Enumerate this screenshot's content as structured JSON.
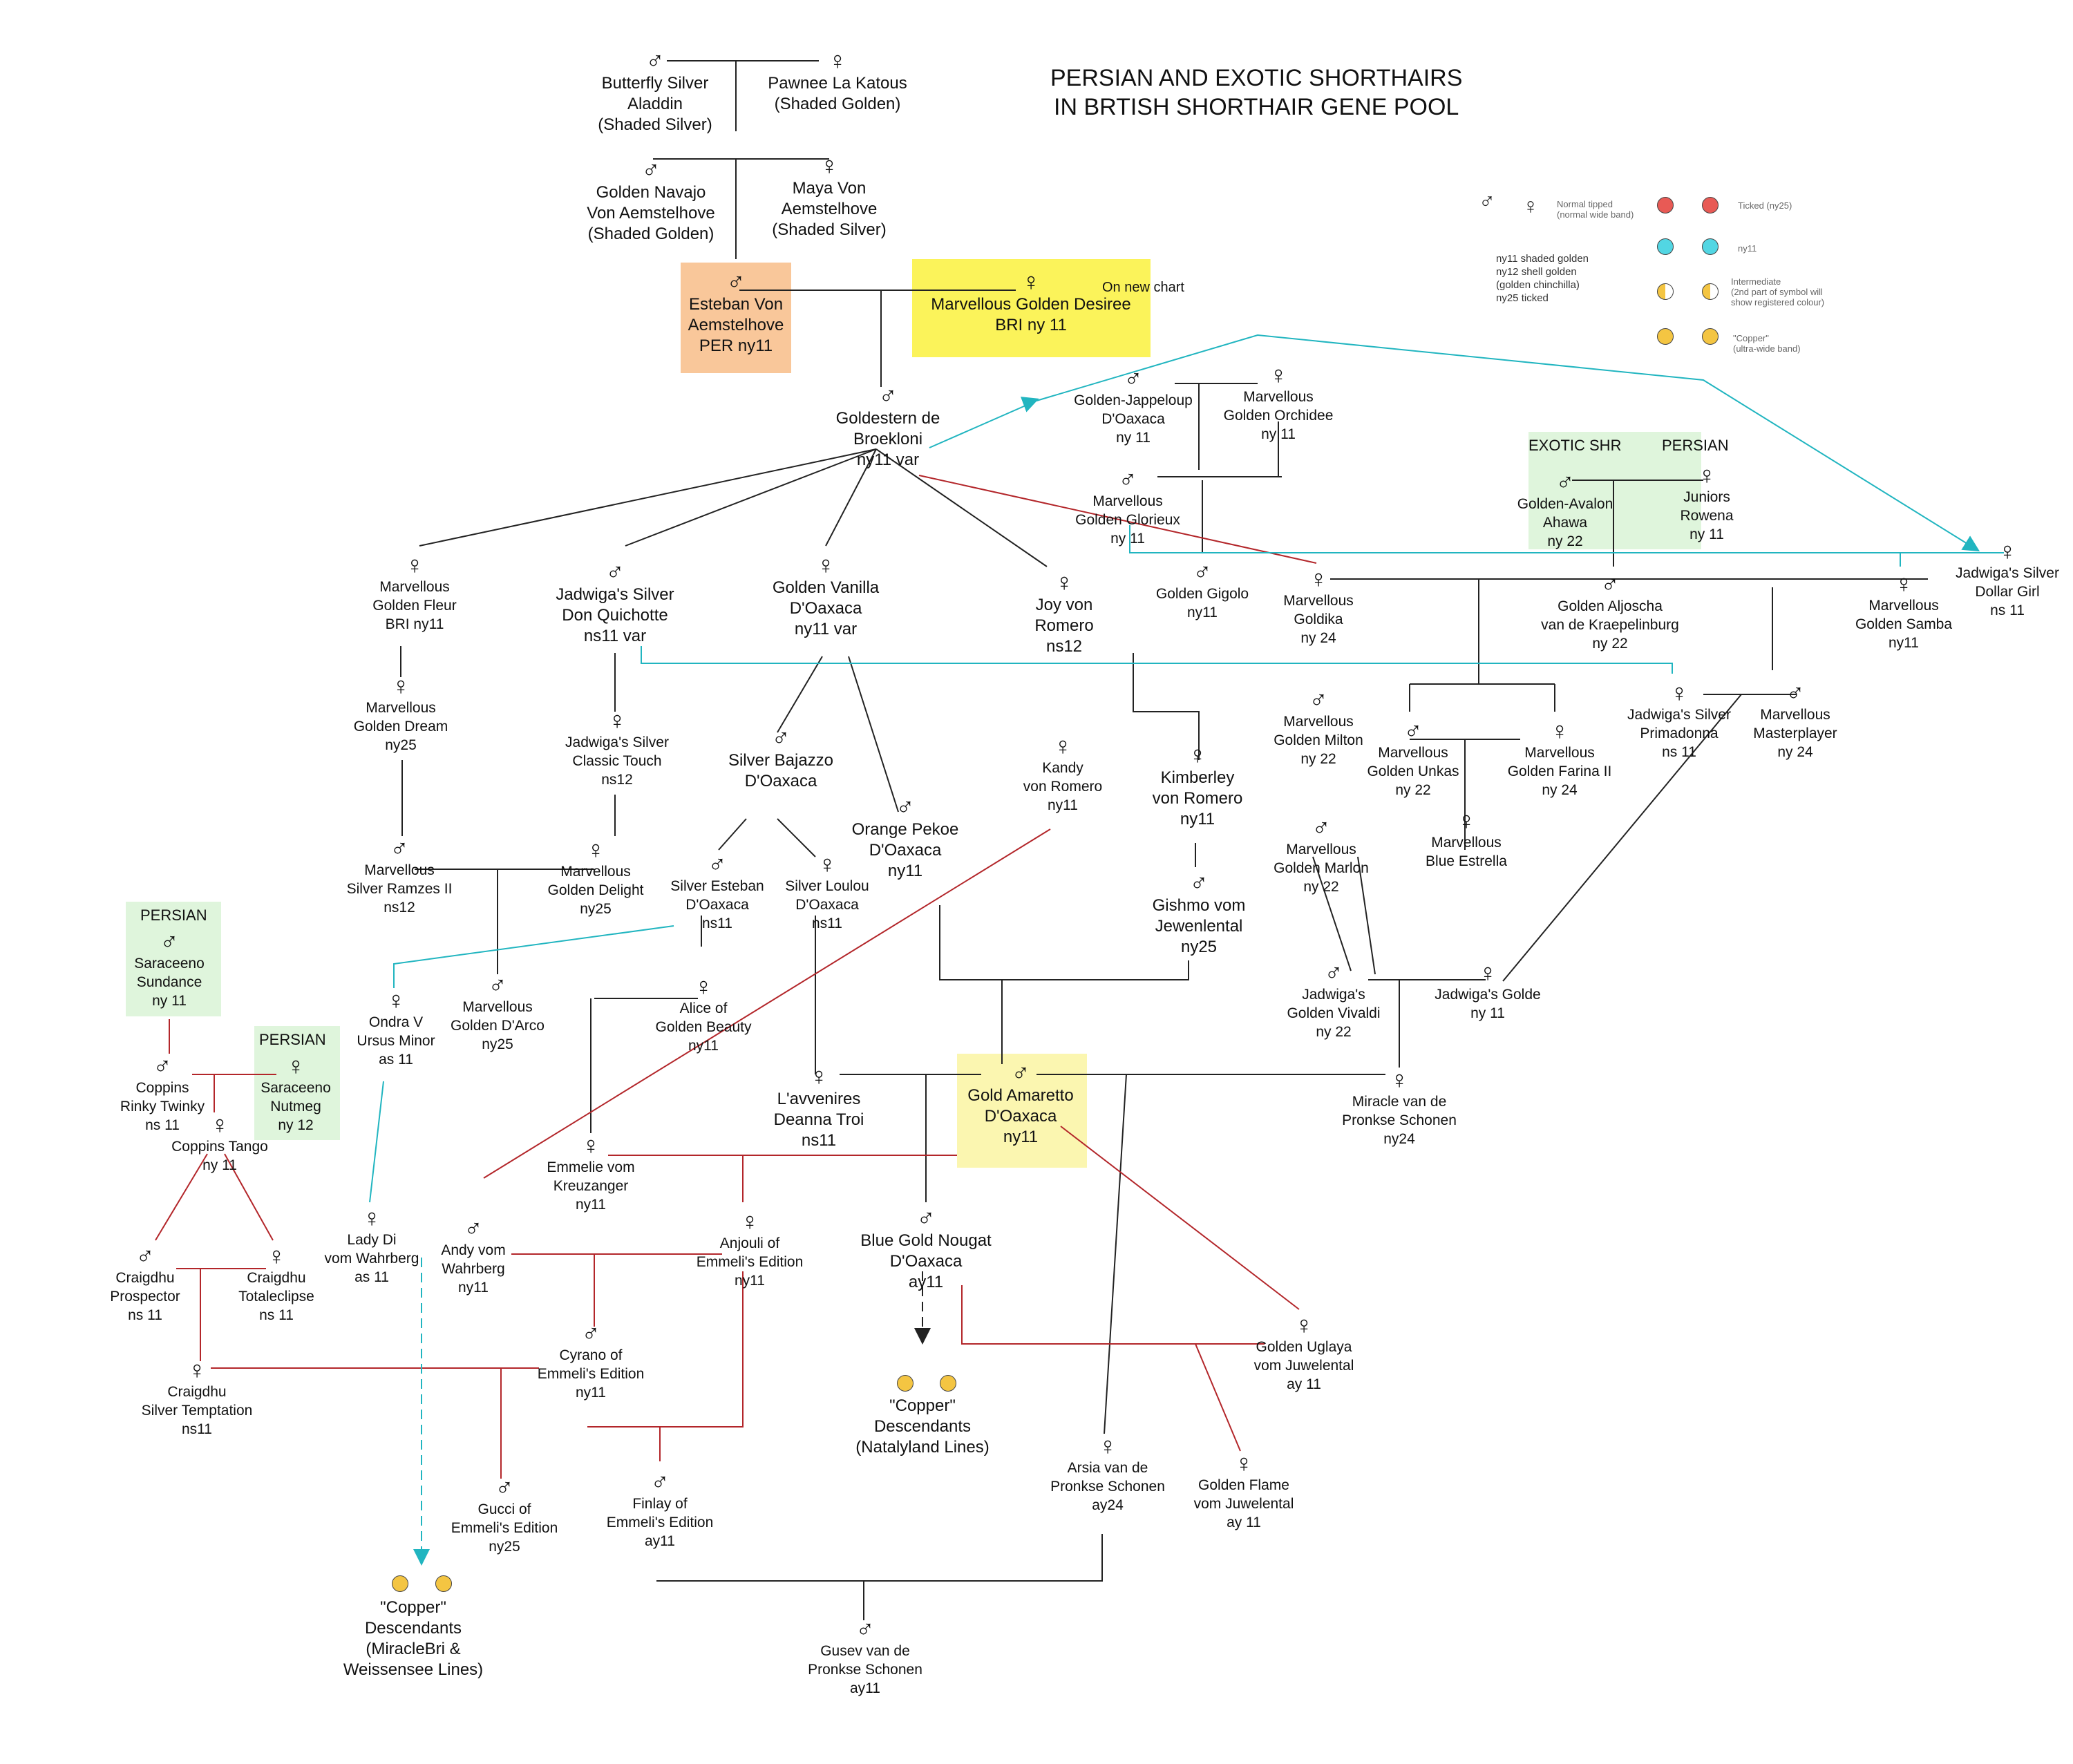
{
  "title": [
    "PERSIAN AND EXOTIC SHORTHAIRS",
    "IN BRTISH SHORTHAIR GENE POOL"
  ],
  "note_new_chart": "On new chart",
  "colors": {
    "black": "#222222",
    "red": "#b3262a",
    "teal": "#21b5c0",
    "orange_box": "#f9c79a",
    "yellow_box": "#fbf35a",
    "pale_yellow_box": "#fbf6b0",
    "green_box": "#dff5dc"
  },
  "symbols": {
    "male": "♂",
    "female": "♀"
  },
  "box_labels": {
    "persian_1": "PERSIAN",
    "persian_2": "PERSIAN",
    "persian_3": "PERSIAN",
    "exotic_shr": "EXOTIC SHR"
  },
  "legend": {
    "normal": "Normal tipped\n(normal wide band)",
    "ticked": "Ticked (ny25)",
    "ny11": "ny11",
    "intermediate": "Intermediate\n(2nd part of symbol will\nshow registered colour)",
    "copper": "\"Copper\"\n(ultra-wide band)",
    "codes": "ny11 shaded golden\nny12 shell golden\n      (golden chinchilla)\nny25 ticked"
  },
  "nodes": {
    "butterfly": {
      "sex": "male",
      "label": "Butterfly Silver\nAladdin\n(Shaded Silver)"
    },
    "pawnee": {
      "sex": "female",
      "label": "Pawnee La Katous\n(Shaded Golden)"
    },
    "navajo": {
      "sex": "male",
      "label": "Golden Navajo\nVon Aemstelhove\n(Shaded Golden)"
    },
    "maya": {
      "sex": "female",
      "label": "Maya Von\nAemstelhove\n(Shaded Silver)"
    },
    "esteban": {
      "sex": "male",
      "label": "Esteban Von\nAemstelhove\nPER       ny11"
    },
    "desiree": {
      "sex": "female",
      "label": "Marvellous Golden Desiree\nBRI ny 11"
    },
    "goldestern": {
      "sex": "male",
      "label": "Goldestern de\nBroekloni\nny11 var"
    },
    "jappeloup": {
      "sex": "male",
      "label": "Golden-Jappeloup\nD'Oaxaca\nny 11"
    },
    "orchidee": {
      "sex": "female",
      "label": "Marvellous\nGolden Orchidee\nny 11"
    },
    "glorieux": {
      "sex": "male",
      "label": "Marvellous\nGolden Glorieux\nny 11"
    },
    "avalon": {
      "sex": "male",
      "label": "Golden-Avalon\nAhawa\nny 22"
    },
    "rowena": {
      "sex": "female",
      "label": "Juniors\nRowena\nny 11"
    },
    "dollargirl": {
      "sex": "female",
      "label": "Jadwiga's Silver\nDollar Girl\nns 11"
    },
    "fleur": {
      "sex": "female",
      "label": "Marvellous\nGolden Fleur\nBRI ny11"
    },
    "quichotte": {
      "sex": "male",
      "label": "Jadwiga's Silver\nDon Quichotte\nns11 var"
    },
    "vanilla": {
      "sex": "female",
      "label": "Golden Vanilla\nD'Oaxaca\nny11 var"
    },
    "joy": {
      "sex": "female",
      "label": "Joy von\nRomero\nns12"
    },
    "gigolo": {
      "sex": "male",
      "label": "Golden Gigolo\nny11"
    },
    "goldika": {
      "sex": "female",
      "label": "Marvellous\nGoldika\nny 24"
    },
    "aljoscha": {
      "sex": "male",
      "label": "Golden Aljoscha\nvan de Kraepelinburg\nny 22"
    },
    "samba": {
      "sex": "female",
      "label": "Marvellous\nGolden Samba\nny11"
    },
    "dream": {
      "sex": "female",
      "label": "Marvellous\nGolden Dream\nny25"
    },
    "classictouch": {
      "sex": "female",
      "label": "Jadwiga's Silver\nClassic Touch\nns12"
    },
    "bajazzo": {
      "sex": "male",
      "label": "Silver Bajazzo\nD'Oaxaca"
    },
    "orangepekoe": {
      "sex": "male",
      "label": "Orange Pekoe\nD'Oaxaca\nny11"
    },
    "kandy": {
      "sex": "female",
      "label": "Kandy\nvon Romero\nny11"
    },
    "kimberley": {
      "sex": "female",
      "label": "Kimberley\nvon Romero\nny11"
    },
    "milton": {
      "sex": "male",
      "label": "Marvellous\nGolden Milton\nny 22"
    },
    "unkas": {
      "sex": "male",
      "label": "Marvellous\nGolden Unkas\nny 22"
    },
    "farina": {
      "sex": "female",
      "label": "Marvellous\nGolden Farina II\nny 24"
    },
    "primadonna": {
      "sex": "female",
      "label": "Jadwiga's Silver\nPrimadonna\nns 11"
    },
    "masterplayer": {
      "sex": "male",
      "label": "Marvellous\nMasterplayer\nny 24"
    },
    "ramzes": {
      "sex": "male",
      "label": "Marvellous\nSilver Ramzes II\nns12"
    },
    "delight": {
      "sex": "female",
      "label": "Marvellous\nGolden Delight\nny25"
    },
    "silveresteban": {
      "sex": "male",
      "label": "Silver Esteban\nD'Oaxaca\nns11"
    },
    "loulou": {
      "sex": "female",
      "label": "Silver Loulou\nD'Oaxaca\nns11"
    },
    "gishmo": {
      "sex": "male",
      "label": "Gishmo vom\nJewenlental\nny25"
    },
    "marlon": {
      "sex": "male",
      "label": "Marvellous\nGolden Marlon\nny 22"
    },
    "estrella": {
      "sex": "female",
      "label": "Marvellous\nBlue Estrella"
    },
    "sundance": {
      "sex": "male",
      "label": "Saraceeno\nSundance\nny 11"
    },
    "ondra": {
      "sex": "female",
      "label": "Ondra V\nUrsus Minor\nas 11"
    },
    "darco": {
      "sex": "male",
      "label": "Marvellous\nGolden D'Arco\nny25"
    },
    "alice": {
      "sex": "female",
      "label": "Alice of\nGolden Beauty\nny11"
    },
    "vivaldi": {
      "sex": "male",
      "label": "Jadwiga's\nGolden Vivaldi\nny 22"
    },
    "golde": {
      "sex": "female",
      "label": "Jadwiga's Golde\nny 11"
    },
    "rinky": {
      "sex": "male",
      "label": "Coppins\nRinky Twinky\nns 11"
    },
    "nutmeg": {
      "sex": "female",
      "label": "Saraceeno\nNutmeg\nny 12"
    },
    "deanna": {
      "sex": "female",
      "label": "L'avvenires\nDeanna Troi\nns11"
    },
    "amaretto": {
      "sex": "male",
      "label": "Gold Amaretto\nD'Oaxaca\nny11"
    },
    "miracle": {
      "sex": "female",
      "label": "Miracle van de\nPronkse Schonen\nny24"
    },
    "tango": {
      "sex": "female",
      "label": "Coppins Tango\nny 11"
    },
    "emmelie": {
      "sex": "female",
      "label": "Emmelie vom\nKreuzanger\nny11"
    },
    "prospector": {
      "sex": "male",
      "label": "Craigdhu\nProspector\nns 11"
    },
    "totaleclipse": {
      "sex": "female",
      "label": "Craigdhu\nTotaleclipse\nns 11"
    },
    "ladydi": {
      "sex": "female",
      "label": "Lady Di\nvom Wahrberg\nas 11"
    },
    "andy": {
      "sex": "male",
      "label": "Andy vom\nWahrberg\nny11"
    },
    "anjouli": {
      "sex": "female",
      "label": "Anjouli of\nEmmeli's Edition\nny11"
    },
    "nougat": {
      "sex": "male",
      "label": "Blue Gold Nougat\nD'Oaxaca\nay11"
    },
    "uglaya": {
      "sex": "female",
      "label": "Golden Uglaya\nvom Juwelental\nay 11"
    },
    "temptation": {
      "sex": "female",
      "label": "Craigdhu\nSilver Temptation\nns11"
    },
    "cyrano": {
      "sex": "male",
      "label": "Cyrano of\nEmmeli's Edition\nny11"
    },
    "copper_nat": {
      "sex": "",
      "label": "\"Copper\"\nDescendants\n(Natalyland Lines)"
    },
    "arsia": {
      "sex": "female",
      "label": "Arsia  van de\nPronkse Schonen\nay24"
    },
    "goldenflame": {
      "sex": "female",
      "label": "Golden Flame\nvom Juwelental\nay 11"
    },
    "gucci": {
      "sex": "male",
      "label": "Gucci of\nEmmeli's Edition\nny25"
    },
    "finlay": {
      "sex": "male",
      "label": "Finlay of\nEmmeli's Edition\nay11"
    },
    "copper_mb": {
      "sex": "",
      "label": "\"Copper\"\nDescendants\n(MiracleBri &\nWeissensee Lines)"
    },
    "gusev": {
      "sex": "male",
      "label": "Gusev van de\nPronkse Schonen\nay11"
    }
  }
}
